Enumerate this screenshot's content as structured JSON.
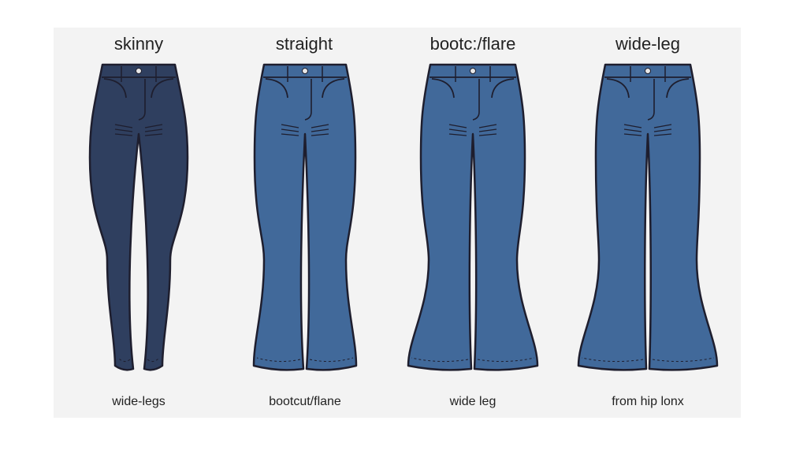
{
  "styles": [
    {
      "title": "skinny",
      "caption": "wide-legs",
      "color": "#2f3f5f"
    },
    {
      "title": "straight",
      "caption": "bootcut/flane",
      "color": "#41699a"
    },
    {
      "title": "bootc:/flare",
      "caption": "wide leg",
      "color": "#41699a"
    },
    {
      "title": "wide-leg",
      "caption": "from hip lonx",
      "color": "#41699a"
    }
  ],
  "outline_color": "#1e1e2e",
  "background_color": "#f3f3f3"
}
